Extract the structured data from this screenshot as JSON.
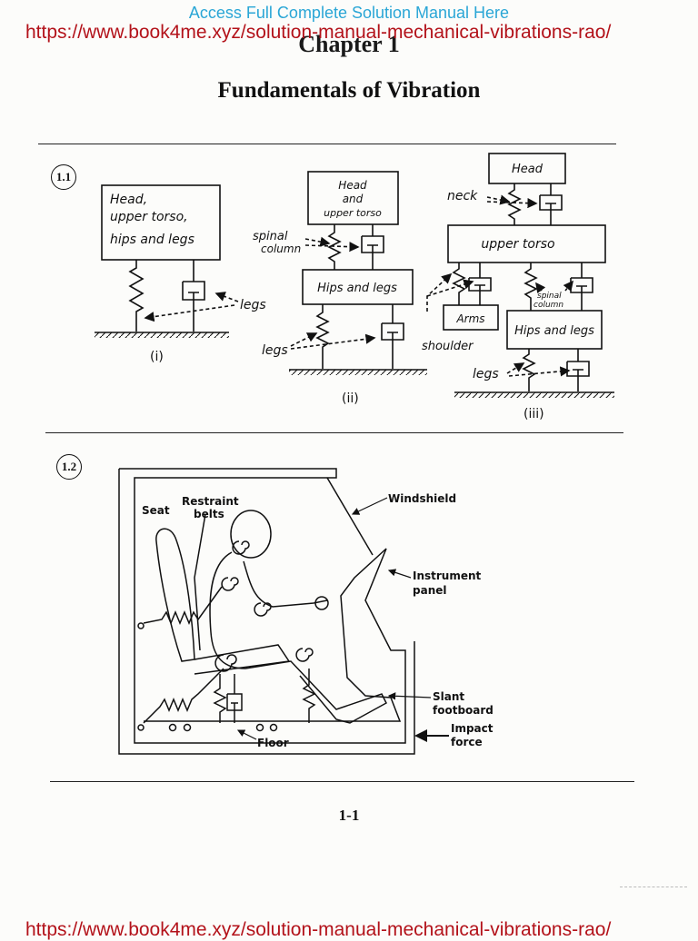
{
  "header": {
    "banner": "Access Full Complete Solution Manual Here",
    "link": "https://www.book4me.xyz/solution-manual-mechanical-vibrations-rao/",
    "chapter": "Chapter 1",
    "title": "Fundamentals of Vibration"
  },
  "problem_1_1": {
    "number": "1.1",
    "model_i": {
      "box": [
        "Head,",
        "upper torso,",
        "hips and legs"
      ],
      "legs_label": "legs",
      "caption": "(i)"
    },
    "model_ii": {
      "head_box": [
        "Head",
        "and",
        "upper torso"
      ],
      "spinal_label": [
        "spinal",
        "column"
      ],
      "hips_box": "Hips and legs",
      "legs_label": "legs",
      "caption": "(ii)"
    },
    "model_iii": {
      "head_box": "Head",
      "neck_label": "neck",
      "torso_box": "upper torso",
      "arms_box": "Arms",
      "shoulder_label": "shoulder",
      "spinal_label": [
        "spinal",
        "column"
      ],
      "hips_box": "Hips and legs",
      "legs_label": "legs",
      "caption": "(iii)"
    }
  },
  "problem_1_2": {
    "number": "1.2",
    "labels": {
      "seat": "Seat",
      "restraint": [
        "Restraint",
        "belts"
      ],
      "windshield": "Windshield",
      "instrument": [
        "Instrument",
        "panel"
      ],
      "slant": [
        "Slant",
        "footboard"
      ],
      "impact": [
        "Impact",
        "force"
      ],
      "floor": "Floor"
    }
  },
  "footer": {
    "page_number": "1-1",
    "link": "https://www.book4me.xyz/solution-manual-mechanical-vibrations-rao/"
  }
}
